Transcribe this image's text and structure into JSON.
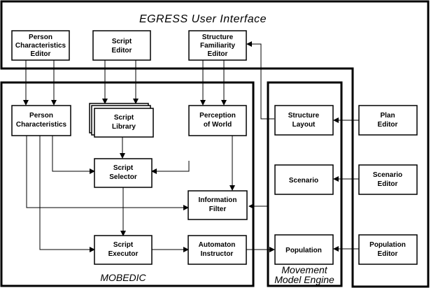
{
  "title": "EGRESS User Interface",
  "mobedic_label": "MOBEDIC",
  "engine_label": [
    "Movement",
    "Model Engine"
  ],
  "nodes": {
    "person_editor": [
      "Person",
      "Characteristics",
      "Editor"
    ],
    "script_editor": [
      "Script",
      "Editor"
    ],
    "structure_editor": [
      "Structure",
      "Familiarity",
      "Editor"
    ],
    "person_characteristics": [
      "Person",
      "Characteristics"
    ],
    "script_library": [
      "Script",
      "Library"
    ],
    "perception": [
      "Perception",
      "of World"
    ],
    "script_selector": [
      "Script",
      "Selector"
    ],
    "information_filter": [
      "Information",
      "Filter"
    ],
    "script_executor": [
      "Script",
      "Executor"
    ],
    "automaton_instructor": [
      "Automaton",
      "Instructor"
    ],
    "structure_layout": [
      "Structure",
      "Layout"
    ],
    "scenario": [
      "Scenario"
    ],
    "population": [
      "Population"
    ],
    "plan_editor": [
      "Plan",
      "Editor"
    ],
    "scenario_editor": [
      "Scenario",
      "Editor"
    ],
    "population_editor": [
      "Population",
      "Editor"
    ]
  }
}
